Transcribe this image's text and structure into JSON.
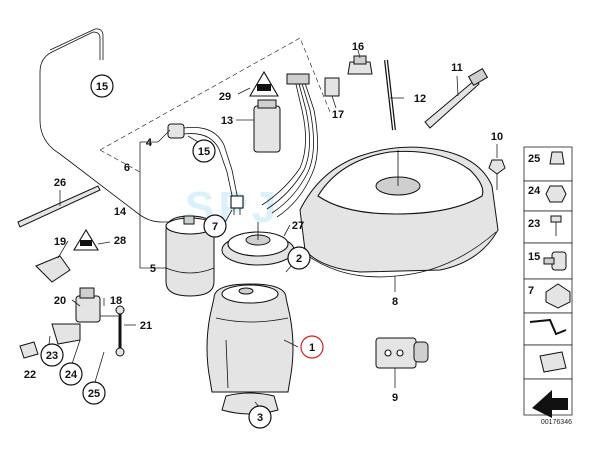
{
  "document_id": "00176346",
  "watermark_text": "SPJ",
  "callouts": [
    {
      "id": "c1",
      "label": "1",
      "highlighted": true
    },
    {
      "id": "c2",
      "label": "2",
      "highlighted": false
    },
    {
      "id": "c3",
      "label": "3",
      "highlighted": false
    },
    {
      "id": "c4",
      "label": "4",
      "highlighted": false
    },
    {
      "id": "c5",
      "label": "5",
      "highlighted": false
    },
    {
      "id": "c6",
      "label": "6",
      "highlighted": false
    },
    {
      "id": "c7",
      "label": "7",
      "highlighted": false
    },
    {
      "id": "c8",
      "label": "8",
      "highlighted": false
    },
    {
      "id": "c9",
      "label": "9",
      "highlighted": false
    },
    {
      "id": "c10",
      "label": "10",
      "highlighted": false
    },
    {
      "id": "c11",
      "label": "11",
      "highlighted": false
    },
    {
      "id": "c12",
      "label": "12",
      "highlighted": false
    },
    {
      "id": "c13",
      "label": "13",
      "highlighted": false
    },
    {
      "id": "c14",
      "label": "14",
      "highlighted": false
    },
    {
      "id": "c15a",
      "label": "15",
      "highlighted": false
    },
    {
      "id": "c15b",
      "label": "15",
      "highlighted": false
    },
    {
      "id": "c16",
      "label": "16",
      "highlighted": false
    },
    {
      "id": "c17",
      "label": "17",
      "highlighted": false
    },
    {
      "id": "c18",
      "label": "18",
      "highlighted": false
    },
    {
      "id": "c19",
      "label": "19",
      "highlighted": false
    },
    {
      "id": "c20",
      "label": "20",
      "highlighted": false
    },
    {
      "id": "c21",
      "label": "21",
      "highlighted": false
    },
    {
      "id": "c22",
      "label": "22",
      "highlighted": false
    },
    {
      "id": "c23",
      "label": "23",
      "highlighted": false
    },
    {
      "id": "c24",
      "label": "24",
      "highlighted": false
    },
    {
      "id": "c25",
      "label": "25",
      "highlighted": false
    },
    {
      "id": "c26",
      "label": "26",
      "highlighted": false
    },
    {
      "id": "c27",
      "label": "27",
      "highlighted": false
    },
    {
      "id": "c28",
      "label": "28",
      "highlighted": false
    },
    {
      "id": "c29",
      "label": "29",
      "highlighted": false
    }
  ],
  "legend": [
    {
      "id": "l25",
      "label": "25"
    },
    {
      "id": "l24",
      "label": "24"
    },
    {
      "id": "l23",
      "label": "23"
    },
    {
      "id": "l15",
      "label": "15"
    },
    {
      "id": "l7",
      "label": "7"
    }
  ],
  "colors": {
    "line": "#111111",
    "highlight": "#d42020",
    "watermark": "#bfe6f5"
  }
}
